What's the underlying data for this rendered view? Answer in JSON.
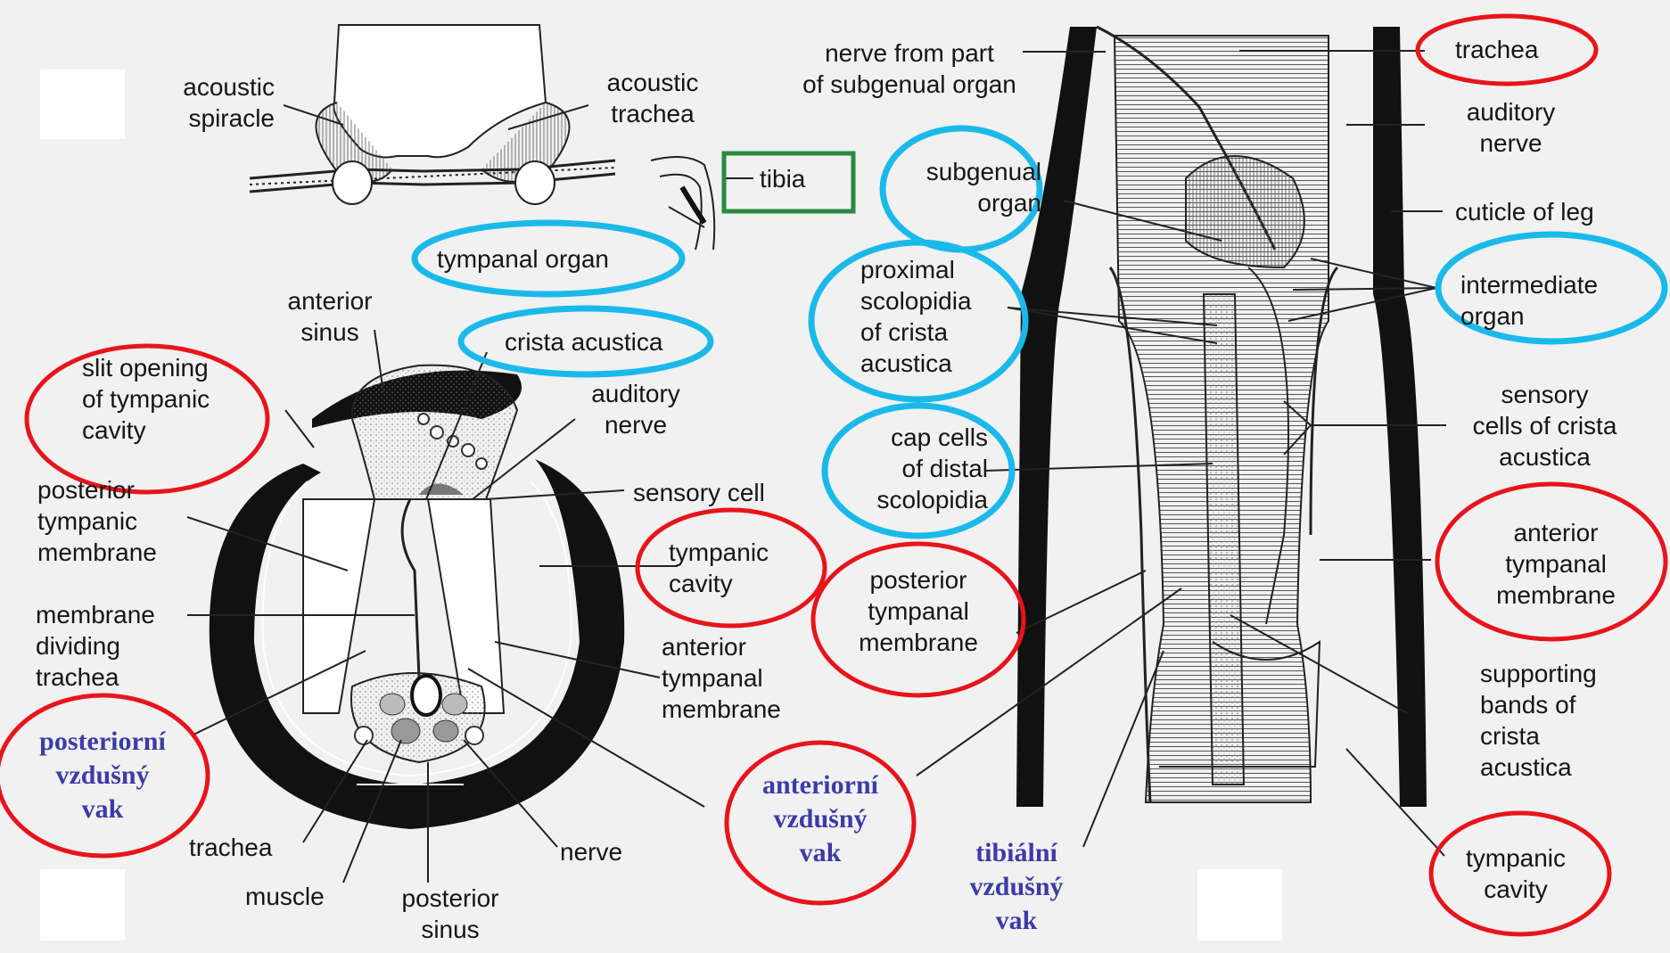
{
  "top_left": {
    "acoustic_spiracle": [
      "acoustic",
      "spiracle"
    ],
    "acoustic_trachea": [
      "acoustic",
      "trachea"
    ],
    "tibia": "tibia",
    "tympanal_organ": "tympanal organ"
  },
  "cross_section": {
    "anterior_sinus": [
      "anterior",
      "sinus"
    ],
    "crista_acustica": "crista acustica",
    "slit_opening": [
      "slit opening",
      "of tympanic",
      "cavity"
    ],
    "auditory_nerve": [
      "auditory",
      "nerve"
    ],
    "posterior_tympanic_membrane": [
      "posterior",
      "tympanic",
      "membrane"
    ],
    "sensory_cell": "sensory cell",
    "tympanic_cavity": [
      "tympanic",
      "cavity"
    ],
    "membrane_dividing_trachea": [
      "membrane",
      "dividing",
      "trachea"
    ],
    "anterior_tympanal_membrane": [
      "anterior",
      "tympanal",
      "membrane"
    ],
    "posterior_air_sac_cz": [
      "posteriorní",
      "vzdušný",
      "vak"
    ],
    "trachea": "trachea",
    "muscle": "muscle",
    "posterior_sinus": [
      "posterior",
      "sinus"
    ],
    "nerve": "nerve",
    "anterior_air_sac_cz": [
      "anteriorní",
      "vzdušný",
      "vak"
    ]
  },
  "leg": {
    "nerve_from_part": [
      "nerve from part",
      "of subgenual organ"
    ],
    "trachea": "trachea",
    "auditory_nerve": [
      "auditory",
      "nerve"
    ],
    "subgenual_organ": [
      "subgenual",
      "organ"
    ],
    "cuticle_of_leg": "cuticle of leg",
    "intermediate_organ": [
      "intermediate",
      "organ"
    ],
    "proximal_scolopidia": [
      "proximal",
      "scolopidia",
      "of crista",
      "acustica"
    ],
    "sensory_cells_crista": [
      "sensory",
      "cells of crista",
      "acustica"
    ],
    "cap_cells": [
      "cap cells",
      "of distal",
      "scolopidia"
    ],
    "posterior_tympanal_membrane": [
      "posterior",
      "tympanal",
      "membrane"
    ],
    "anterior_tympanal_membrane": [
      "anterior",
      "tympanal",
      "membrane"
    ],
    "supporting_bands": [
      "supporting",
      "bands of",
      "crista",
      "acustica"
    ],
    "tibial_air_sac_cz": [
      "tibiální",
      "vzdušný",
      "vak"
    ],
    "tympanic_cavity": [
      "tympanic",
      "cavity"
    ]
  },
  "colors": {
    "highlight_red": "#e8141b",
    "highlight_cyan": "#1ab9ea",
    "highlight_green": "#2b8a3e",
    "czech_text": "#3b3ba8"
  }
}
